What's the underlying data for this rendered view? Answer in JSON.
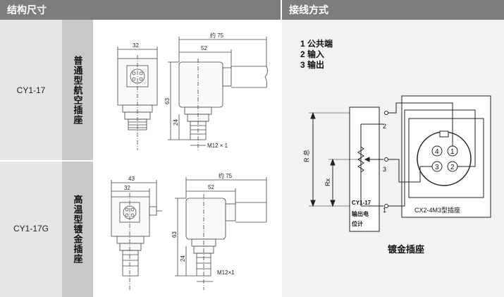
{
  "headers": {
    "left": "结构尺寸",
    "right": "接线方式"
  },
  "rows": [
    {
      "model": "CY1-17",
      "type": "普通型航空插座",
      "dims": {
        "d32": "32",
        "d75": "约 75",
        "d52": "52",
        "d63": "63",
        "d24": "24",
        "thread": "M12 × 1"
      }
    },
    {
      "model": "CY1-17G",
      "type": "高温型镀金插座",
      "dims": {
        "d43": "43",
        "d32": "32",
        "d75": "约 75",
        "d52": "52",
        "d63": "63",
        "d24": "24",
        "thread": "M12×1"
      }
    }
  ],
  "wiring": {
    "legend": [
      "1 公共端",
      "2 输入",
      "3 输出"
    ],
    "r_label": "R 总",
    "rx_label": "Rx",
    "pins": [
      "2",
      "3",
      "1"
    ],
    "sensor_label": [
      "CY1-17",
      "输出电",
      "位计"
    ],
    "socket_label": "CX2-4M3型插座",
    "pin_numbers": [
      "4",
      "1",
      "3",
      "2"
    ],
    "caption": "镀金插座"
  }
}
